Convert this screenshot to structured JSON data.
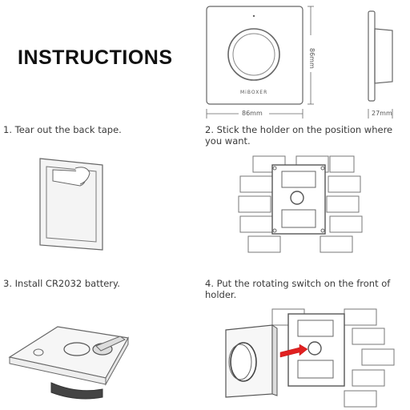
{
  "heading": "INSTRUCTIONS",
  "product": {
    "brand": "MiBOXER",
    "width_label": "86mm",
    "height_label": "86mm",
    "depth_label": "27mm"
  },
  "steps": [
    {
      "number": "1.",
      "text": "Tear out the back tape."
    },
    {
      "number": "2.",
      "text": "Stick the holder on the position where you want."
    },
    {
      "number": "3.",
      "text": "Install CR2032 battery."
    },
    {
      "number": "4.",
      "text": "Put the rotating switch on the front of holder."
    }
  ],
  "colors": {
    "line": "#666666",
    "arrow": "#e02020"
  }
}
